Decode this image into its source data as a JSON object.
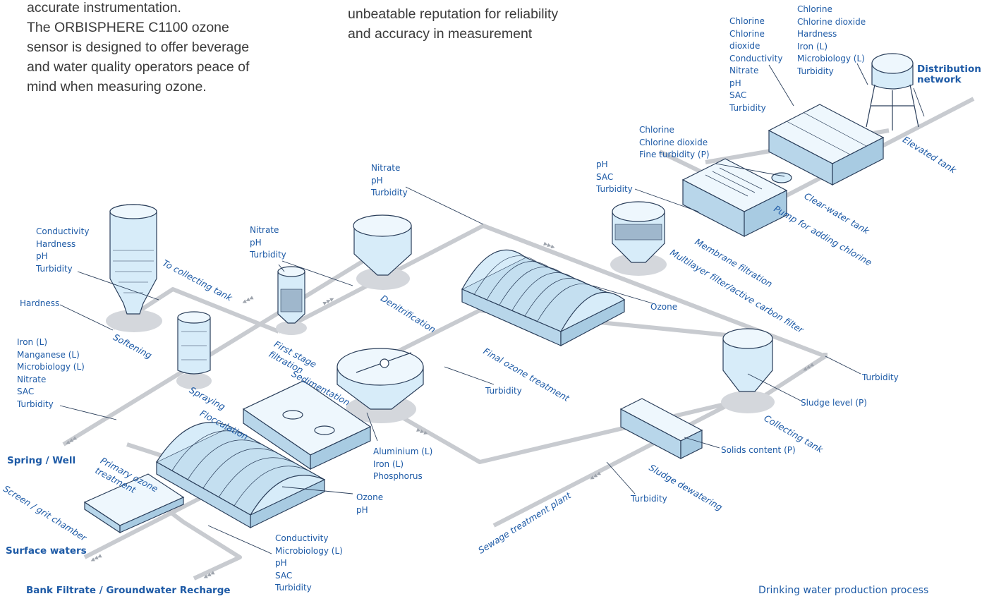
{
  "intro_left": [
    "accurate instrumentation.",
    "The ORBISPHERE C1100 ozone",
    "sensor is designed to offer beverage",
    "and water quality operators peace of",
    "mind when measuring ozone."
  ],
  "intro_right": [
    "unbeatable reputation for reliability",
    "and accuracy in measurement"
  ],
  "caption": "Drinking water production process",
  "sources": {
    "spring": "Spring / Well",
    "surface": "Surface waters",
    "bank": "Bank Filtrate / Groundwater Recharge",
    "distribution": [
      "Distribution",
      "network"
    ]
  },
  "stages": {
    "to_collecting": "To collecting tank",
    "softening": "Softening",
    "denitrification": "Denitrification",
    "first_stage": [
      "First stage",
      "filtration"
    ],
    "sedimentation": "Sedimentation",
    "spraying": "Spraying",
    "flocculation": "Flocculation",
    "final_ozone": "Final ozone treatment",
    "primary_ozone": [
      "Primary ozone",
      "treatment"
    ],
    "screen": "Screen / grit chamber",
    "membrane": "Membrane filtration",
    "multilayer": "Multilayer filter/active carbon filter",
    "clear_water": "Clear-water tank",
    "pump": "Pump for adding chlorine",
    "elevated": "Elevated tank",
    "collecting": "Collecting tank",
    "sludge_dewatering": "Sludge dewatering",
    "sewage": "Sewage treatment plant"
  },
  "params": {
    "softening_top": [
      "Conductivity",
      "Hardness",
      "pH",
      "Turbidity"
    ],
    "hardness": [
      "Hardness"
    ],
    "spring": [
      "Iron (L)",
      "Manganese (L)",
      "Microbiology (L)",
      "Nitrate",
      "SAC",
      "Turbidity"
    ],
    "first_stage": [
      "Nitrate",
      "pH",
      "Turbidity"
    ],
    "denitrification": [
      "Nitrate",
      "pH",
      "Turbidity"
    ],
    "membrane": [
      "pH",
      "SAC",
      "Turbidity"
    ],
    "clear_water": [
      "Chlorine",
      "Chlorine dioxide",
      "Fine turbidity (P)"
    ],
    "elevated_left": [
      "Chlorine",
      "Chlorine",
      "dioxide",
      "Conductivity",
      "Nitrate",
      "pH",
      "SAC",
      "Turbidity"
    ],
    "elevated_right": [
      "Chlorine",
      "Chlorine dioxide",
      "Hardness",
      "Iron (L)",
      "Microbiology (L)",
      "Turbidity"
    ],
    "ozone_final": [
      "Ozone"
    ],
    "turbidity_mid": [
      "Turbidity"
    ],
    "turbidity_right": [
      "Turbidity"
    ],
    "sludge_level": [
      "Sludge level (P)"
    ],
    "solids": [
      "Solids content (P)"
    ],
    "turbidity_sludge": [
      "Turbidity"
    ],
    "floc": [
      "Aluminium (L)",
      "Iron (L)",
      "Phosphorus"
    ],
    "ozone_primary": [
      "Ozone",
      "pH"
    ],
    "surface": [
      "Conductivity",
      "Microbiology (L)",
      "pH",
      "SAC",
      "Turbidity"
    ]
  },
  "colors": {
    "pipe": "#c8cbd0",
    "label": "#1d5aa6",
    "tank_fill": "#d7ecf9",
    "tank_stroke": "#2a3e5a",
    "shadow": "#d4d7dc"
  }
}
